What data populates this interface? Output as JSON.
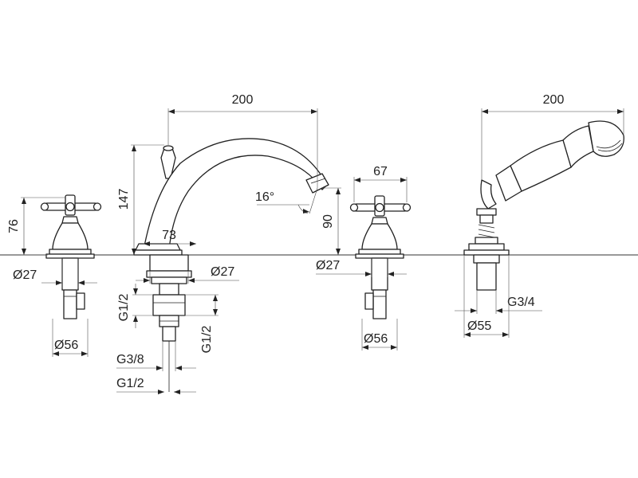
{
  "dimensions": {
    "handle_height": "76",
    "handle_base_dia_left": "Ø27",
    "handle_body_dia_left": "Ø56",
    "spout_width": "200",
    "spout_height": "147",
    "spout_base_width": "73",
    "spout_angle": "16°",
    "spout_drop": "90",
    "spout_shank_dia": "Ø27",
    "spout_thread_upper": "G1/2",
    "spout_thread_lower_right": "G1/2",
    "spout_thread_lower": "G3/8",
    "spout_thread_bottom": "G1/2",
    "handle_width": "67",
    "handle_base_dia_right": "Ø27",
    "handle_body_dia_right": "Ø56",
    "shower_width": "200",
    "shower_thread": "G3/4",
    "shower_base_dia": "Ø55"
  }
}
